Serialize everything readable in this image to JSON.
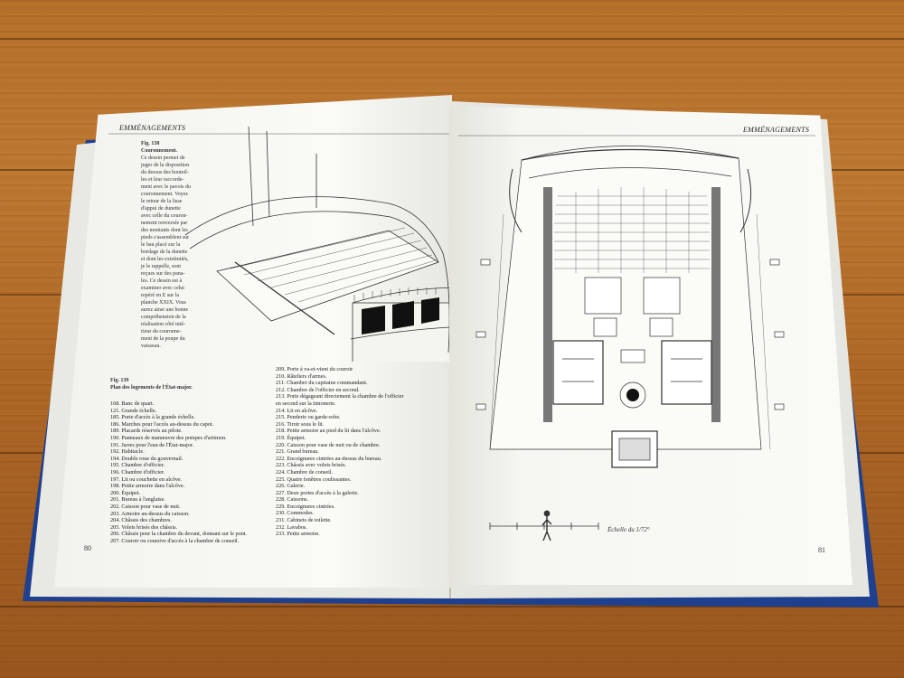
{
  "left_page": {
    "running_head": "EMMÉNAGEMENTS",
    "fig138": {
      "label": "Fig. 138",
      "title": "Couronnement.",
      "text": [
        "Ce dessin permet de",
        "juger de la disposition",
        "du dessus des bouteil-",
        "les et leur raccorde-",
        "ment avec le pavois du",
        "couronnement. Voyez",
        "le retour de la lisse",
        "d'appui de dunette",
        "avec celle du couron-",
        "nement renversée par",
        "des montants dont les",
        "pieds s'assemblent sur",
        "le bau placé sur la",
        "bordage de la dunette",
        "et dont les extrémités,",
        "je le rappelle, sont",
        "reçues sur des pana-",
        "les. Ce dessin est à",
        "examiner avec celui",
        "repéré en E sur la",
        "planche XXIX. Vous",
        "aurez ainsi une bonne",
        "compréhension de la",
        "réalisation côté inté-",
        "rieur du couronne-",
        "ment de la poupe du",
        "vaisseau."
      ]
    },
    "fig139": {
      "label": "Fig. 139",
      "title": "Plan des logements de l'État-major."
    },
    "legend_col1": [
      "168. Banc de quart.",
      "121. Grande échelle.",
      "185. Porte d'accès à la grande échelle.",
      "186. Marches pour l'accès au-dessus du capot.",
      "189. Placards réservés au pilote.",
      "190. Panneaux de manœuvre des pompes d'artimon.",
      "191. Jarres pour l'eau de l'État-major.",
      "192. Habitacle.",
      "194. Double roue du gouvernail.",
      "195. Chambre d'officier.",
      "196. Chambre d'officier.",
      "197. Lit ou couchette en alcôve.",
      "198. Petite armoire dans l'alcôve.",
      "200. Équipet.",
      "201. Bureau à l'anglaise.",
      "202. Caisson pour vase de nuit.",
      "203. Armoire au-dessus du caisson.",
      "204. Châssis des chambres.",
      "205. Volets brisés des châssis.",
      "206. Châssis pour la chambre du devant, donnant sur le pont.",
      "207. Couroir ou coursive d'accès à la chambre de conseil."
    ],
    "legend_col2": [
      "209. Porte à va-et-vient du couroir",
      "210. Râteliers d'armes.",
      "211. Chambre du capitaine commandant.",
      "212. Chambre de l'officier en second.",
      "213. Porte dégageant directement la chambre de l'officier",
      "        en second sur la timonerie.",
      "214. Lit en alcôve.",
      "215. Penderie ou garde-robe.",
      "216. Tiroir sous le lit.",
      "218. Petite armoire au pied du lit dans l'alcôve.",
      "219. Équipet.",
      "220. Caisson pour vase de nuit ou de chambre.",
      "221. Grand bureau.",
      "222. Encoignures cintrées au-dessus du bureau.",
      "223. Châssis avec volets brisés.",
      "224. Chambre de conseil.",
      "225. Quatre fenêtres coulissantes.",
      "226. Galerie.",
      "227. Deux portes d'accès à la galerie.",
      "228. Caissons.",
      "229. Encoignures cintrées.",
      "230. Commodes.",
      "231. Cabinets de toilette.",
      "232. Lavabos.",
      "233. Petite armoire."
    ],
    "page_number": "80"
  },
  "right_page": {
    "running_head": "EMMÉNAGEMENTS",
    "scale_caption": "Échelle du 1/72°",
    "page_number": "81"
  },
  "colors": {
    "cover": "#1f3f8f",
    "paper": "#f7f7f3",
    "ink": "#222222",
    "wood": "#b8732c"
  }
}
